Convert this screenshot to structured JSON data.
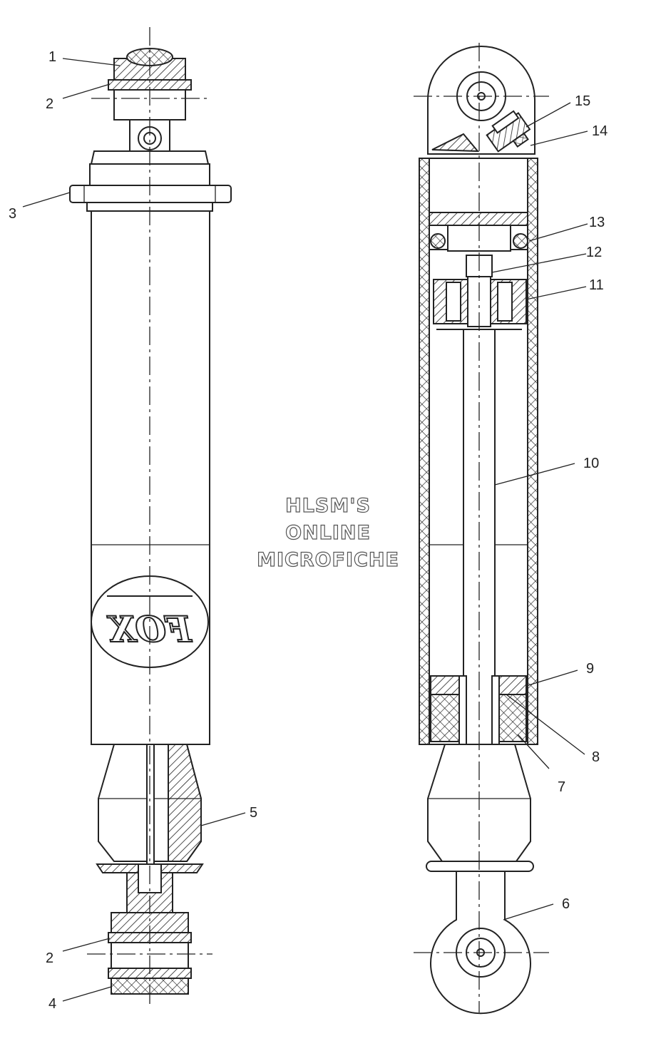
{
  "callouts": [
    {
      "id": "1",
      "text": "1"
    },
    {
      "id": "2a",
      "text": "2"
    },
    {
      "id": "3",
      "text": "3"
    },
    {
      "id": "2b",
      "text": "2"
    },
    {
      "id": "4",
      "text": "4"
    },
    {
      "id": "5",
      "text": "5"
    },
    {
      "id": "15",
      "text": "15"
    },
    {
      "id": "14",
      "text": "14"
    },
    {
      "id": "13",
      "text": "13"
    },
    {
      "id": "12",
      "text": "12"
    },
    {
      "id": "11",
      "text": "11"
    },
    {
      "id": "10",
      "text": "10"
    },
    {
      "id": "9",
      "text": "9"
    },
    {
      "id": "8",
      "text": "8"
    },
    {
      "id": "7",
      "text": "7"
    },
    {
      "id": "6",
      "text": "6"
    }
  ],
  "watermark": {
    "line1": "HLSM'S",
    "line2": "ONLINE",
    "line3": "MICROFICHE"
  },
  "logo": {
    "text": "FOX",
    "style": "mirrored"
  }
}
